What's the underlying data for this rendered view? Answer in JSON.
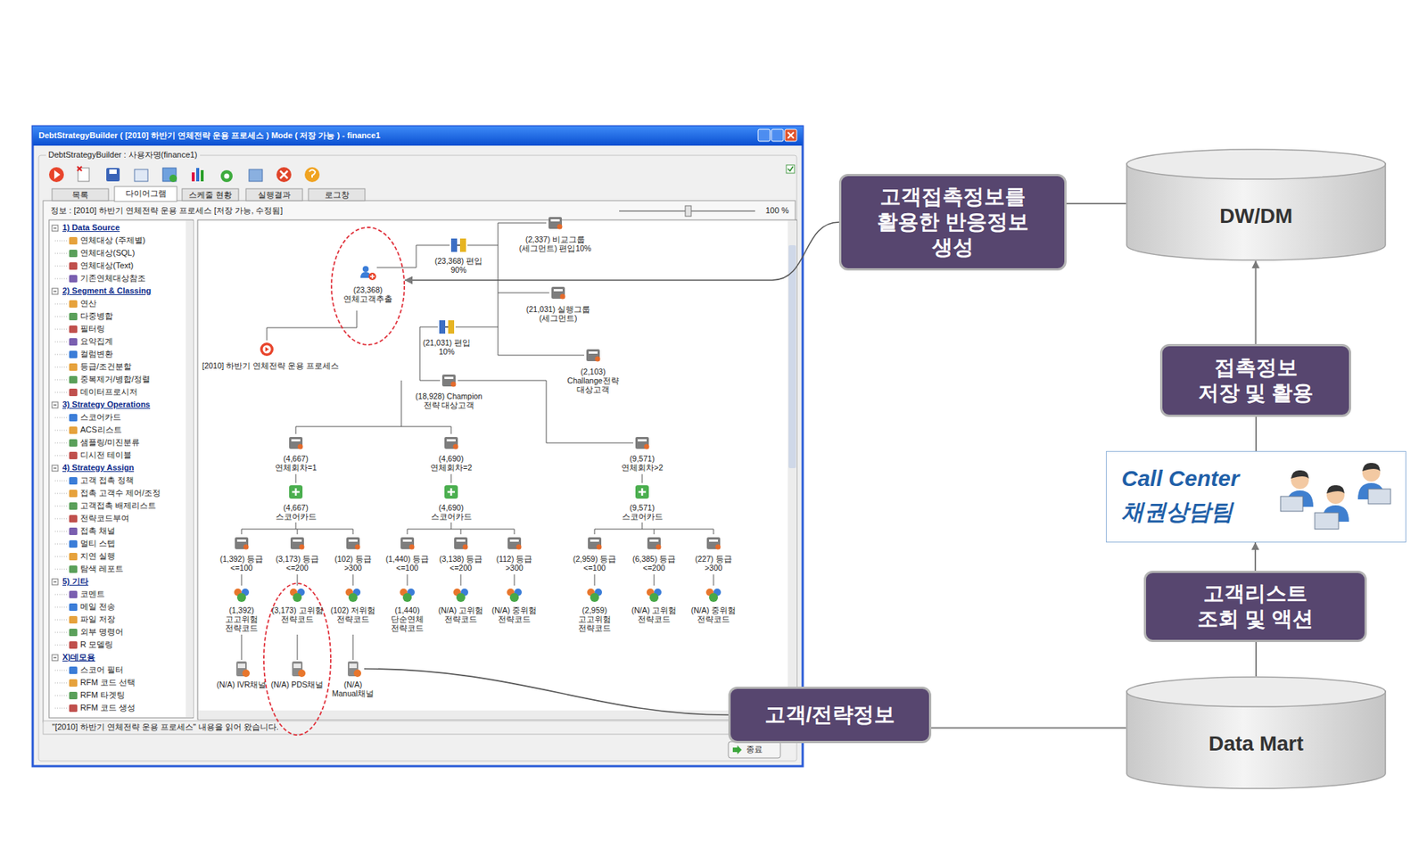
{
  "diagram": {
    "nodes": [
      {
        "text": [
          "(23,368) 연체고객추출"
        ]
      },
      {
        "text": [
          "고객접촉정보를 활용한 반응정보 생성"
        ]
      },
      {
        "text": [
          "DW/DM"
        ]
      },
      {
        "text": [
          "접촉정보 저장 및 활용"
        ]
      },
      {
        "text": [
          "Call Center",
          "채권상담팀"
        ]
      },
      {
        "text": [
          "(3,173) 고위험 전략코드",
          "(N/A) PDS채널"
        ]
      },
      {
        "text": [
          "고객/전략정보"
        ]
      },
      {
        "text": [
          "고객리스트 조회 및 액션"
        ]
      },
      {
        "text": [
          "Data Mart"
        ]
      }
    ],
    "edges": [
      {
        "from": 1,
        "to": 0,
        "arrow": "to"
      },
      {
        "from": 1,
        "to": 2,
        "arrow": "none"
      },
      {
        "from": 3,
        "to": 2,
        "arrow": "to"
      },
      {
        "from": 4,
        "to": 3,
        "arrow": "none"
      },
      {
        "from": 7,
        "to": 4,
        "arrow": "to"
      },
      {
        "from": 8,
        "to": 7,
        "arrow": "none"
      },
      {
        "from": 6,
        "to": 8,
        "arrow": "none"
      }
    ],
    "labels": [
      "DebtStrategyBuilder ( [2010] 하반기 연체전략 운용 프로세스 ) Mode ( 저장 가능 ) - finance1",
      "DebtStrategyBuilder : 사용자명(finance1)",
      "목록",
      "다이어그램",
      "스케줄 현황",
      "실행결과",
      "로그창",
      "정보 : [2010] 하반기 연체전략 운용 프로세스 [저장 가능, 수정됨]",
      "100 %",
      "1) Data Source",
      "연체대상 (주제별)",
      "연체대상(SQL)",
      "연체대상(Text)",
      "기존연체대상참조",
      "2) Segment & Classing",
      "연산",
      "다중병합",
      "필터링",
      "요약집계",
      "컬럼변환",
      "등급/조건분할",
      "중복제거/병합/정렬",
      "데이터프로시저",
      "3) Strategy Operations",
      "스코어카드",
      "ACS리스트",
      "샘플링/미진분류",
      "디시전 테이블",
      "4) Strategy Assign",
      "고객 접촉 정책",
      "접촉 고객수 제어/조정",
      "고객접촉 배제리스트",
      "전략코드부여",
      "접촉 채널",
      "멀티 스텝",
      "지연 실행",
      "탐색 레포트",
      "5) 기타",
      "코멘트",
      "메일 전송",
      "파일 저장",
      "외부 명령어",
      "R 모델링",
      "X)데모용",
      "스코어 필터",
      "RFM 코드 선택",
      "RFM 타겟팅",
      "RFM 코드 생성",
      "\"[2010] 하반기 연체전략 운용 프로세스\" 내용을 읽어 왔습니다.",
      "종료",
      "[2010] 하반기 연체전략 운용 프로세스",
      "(23,368) 편입 90%",
      "(2,337) 비교그룹(세그먼트) 편입10%",
      "(21,031) 실행그룹(세그먼트)",
      "(21,031) 편입 10%",
      "(2,103) Challange전략 대상고객",
      "(18,928) Champion 전략 대상고객",
      "(4,667) 연체회차=1",
      "(4,690) 연체회차=2",
      "(9,571) 연체회차>2",
      "(4,667) 스코어카드",
      "(4,690) 스코어카드",
      "(9,571) 스코어카드",
      "(1,392) 등급<=100",
      "(3,173) 등급<=200",
      "(102) 등급>300",
      "(1,440) 등급<=100",
      "(3,138) 등급<=200",
      "(112) 등급>300",
      "(2,959) 등급<=100",
      "(6,385) 등급<=200",
      "(227) 등급>300",
      "(1,392) 고고위험 전략코드",
      "(102) 저위험 전략코드",
      "(1,440) 단순연체 전략코드",
      "(N/A) 고위험 전략코드",
      "(N/A) 중위험 전략코드",
      "(2,959) 고고위험 전략코드",
      "(N/A) 고위험 전략코드",
      "(N/A) 중위험 전략코드",
      "(N/A) IVR채널",
      "(N/A) Manual채널"
    ]
  }
}
